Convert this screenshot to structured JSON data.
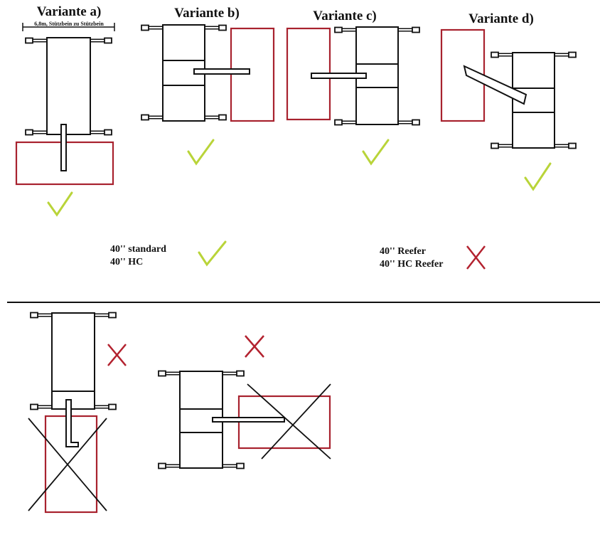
{
  "titles": {
    "a": "Variante a)",
    "b": "Variante b)",
    "c": "Variante c)",
    "d": "Variante d)"
  },
  "dimension_label": "6,8m, Stützbein zu Stützbein",
  "ok_legend": {
    "line1": "40'' standard",
    "line2": "40'' HC",
    "icon": "check-icon"
  },
  "bad_legend": {
    "line1": "40'' Reefer",
    "line2": "40'' HC Reefer",
    "icon": "cross-icon"
  },
  "colors": {
    "check": "#b9d439",
    "cross": "#b3222f",
    "container": "#a8222e",
    "line": "#111111"
  }
}
